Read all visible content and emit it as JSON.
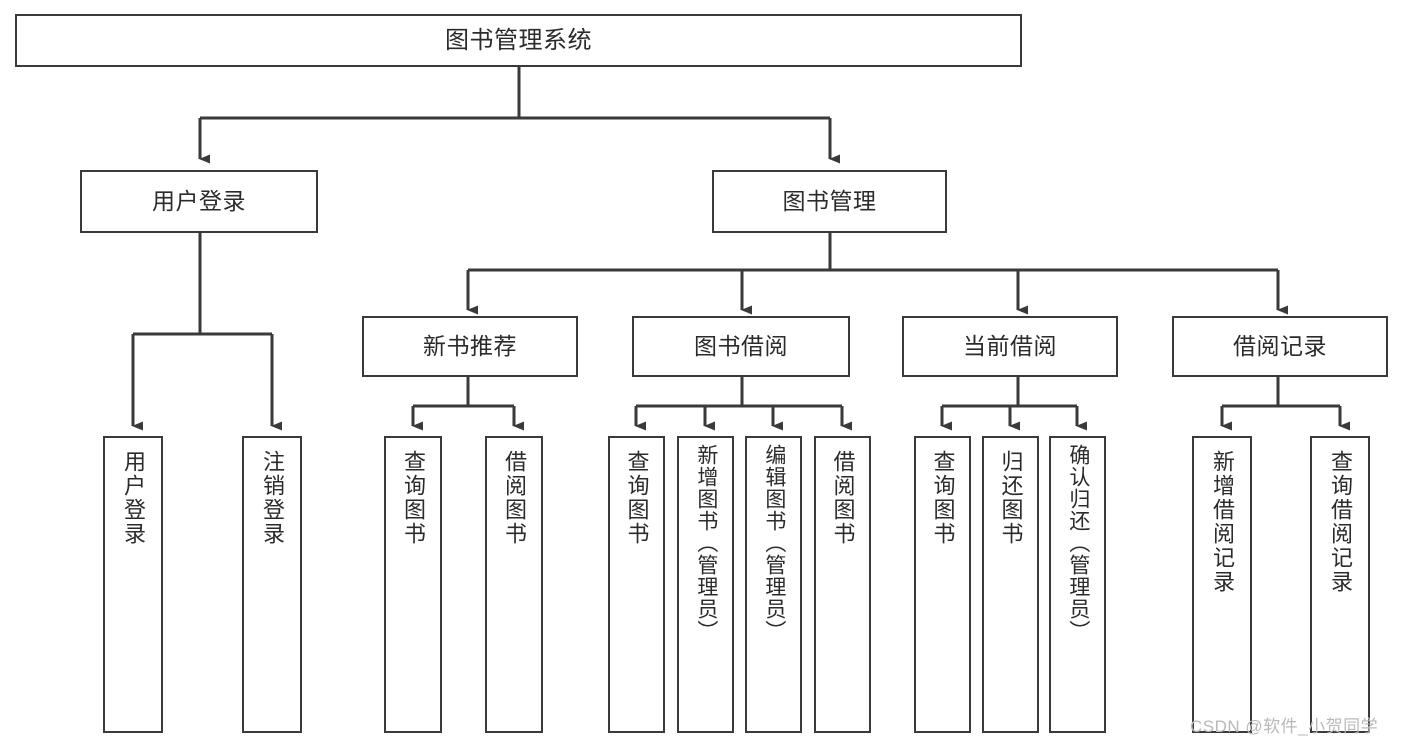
{
  "diagram": {
    "type": "tree-hierarchy-chart",
    "title": "图书管理系统",
    "orientation": "top-down",
    "line_color": "#3a3a3a",
    "box_fill": "#ffffff",
    "text_color": "#2b2b2b"
  },
  "watermark": {
    "text": "CSDN @软件_小贺同学",
    "color": "#b9b9b9"
  },
  "nodes": {
    "root": {
      "label": "图书管理系统"
    },
    "level2": [
      {
        "id": "user-login",
        "label": "用户登录"
      },
      {
        "id": "book-manage",
        "label": "图书管理"
      }
    ],
    "level3": [
      {
        "id": "new-book-recommend",
        "label": "新书推荐"
      },
      {
        "id": "book-borrow",
        "label": "图书借阅"
      },
      {
        "id": "current-borrow",
        "label": "当前借阅"
      },
      {
        "id": "borrow-record",
        "label": "借阅记录"
      }
    ],
    "leaves": {
      "user_login": [
        {
          "id": "leaf-user-login",
          "label": "用户登录"
        },
        {
          "id": "leaf-logout-login",
          "label": "注销登录"
        }
      ],
      "new_book_recommend": [
        {
          "id": "leaf-query-book-1",
          "label": "查询图书"
        },
        {
          "id": "leaf-borrow-book-1",
          "label": "借阅图书"
        }
      ],
      "book_borrow": [
        {
          "id": "leaf-query-book-2",
          "label": "查询图书"
        },
        {
          "id": "leaf-add-book",
          "label": "新增图书（管理员）"
        },
        {
          "id": "leaf-edit-book",
          "label": "编辑图书（管理员）"
        },
        {
          "id": "leaf-borrow-book-2",
          "label": "借阅图书"
        }
      ],
      "current_borrow": [
        {
          "id": "leaf-query-book-3",
          "label": "查询图书"
        },
        {
          "id": "leaf-return-book",
          "label": "归还图书"
        },
        {
          "id": "leaf-confirm-return",
          "label": "确认归还（管理员）"
        }
      ],
      "borrow_record": [
        {
          "id": "leaf-add-record",
          "label": "新增借阅记录"
        },
        {
          "id": "leaf-query-record",
          "label": "查询借阅记录"
        }
      ]
    }
  }
}
